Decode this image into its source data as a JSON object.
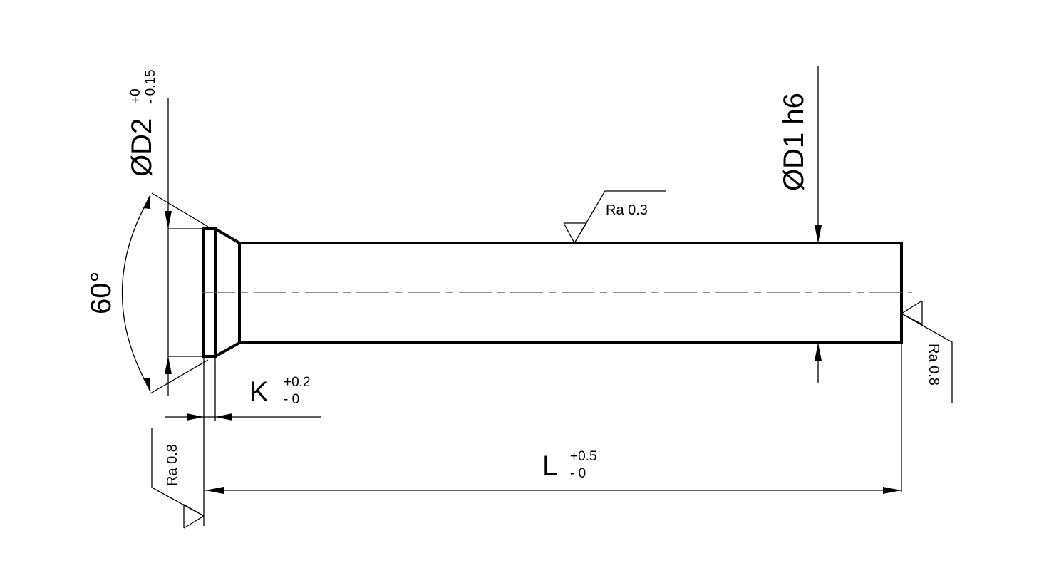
{
  "labels": {
    "angle": "60°",
    "d2": {
      "main": "ØD2",
      "tol_upper": "+0",
      "tol_lower": "- 0.15"
    },
    "d1": "ØD1 h6",
    "k": {
      "main": "K",
      "tol_upper": "+0.2",
      "tol_lower": "- 0"
    },
    "l": {
      "main": "L",
      "tol_upper": "+0.5",
      "tol_lower": "- 0"
    },
    "roughness": {
      "shaft": "Ra 0.3",
      "end_face": "Ra 0.8",
      "head_face": "Ra 0.8"
    }
  }
}
